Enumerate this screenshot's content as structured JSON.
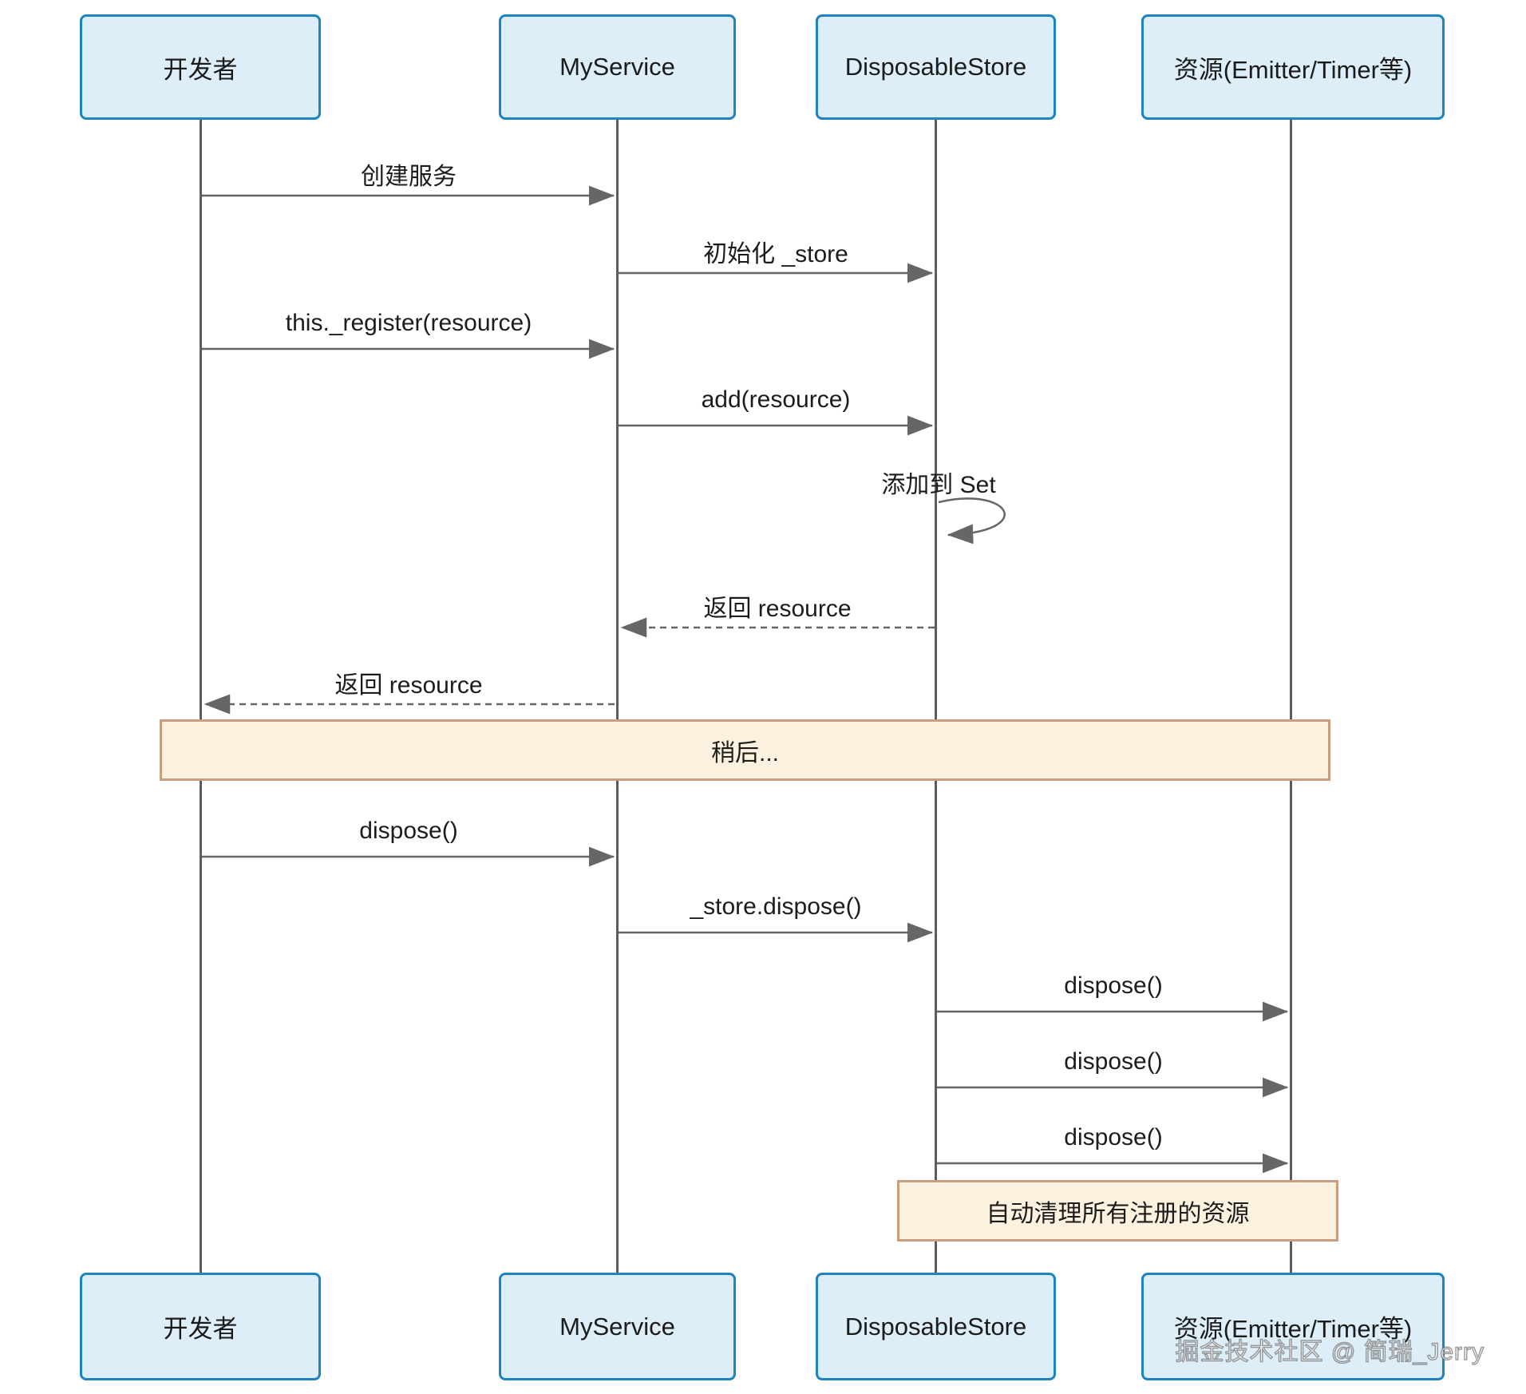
{
  "actors": [
    {
      "name": "开发者"
    },
    {
      "name": "MyService"
    },
    {
      "name": "DisposableStore"
    },
    {
      "name": "资源(Emitter/Timer等)"
    }
  ],
  "messages": [
    {
      "label": "创建服务",
      "from": "开发者",
      "to": "MyService",
      "line": "solid"
    },
    {
      "label": "初始化 _store",
      "from": "MyService",
      "to": "DisposableStore",
      "line": "solid"
    },
    {
      "label": "this._register(resource)",
      "from": "开发者",
      "to": "MyService",
      "line": "solid"
    },
    {
      "label": "add(resource)",
      "from": "MyService",
      "to": "DisposableStore",
      "line": "solid"
    },
    {
      "label": "添加到 Set",
      "from": "DisposableStore",
      "to": "DisposableStore",
      "line": "self-loop"
    },
    {
      "label": "返回 resource",
      "from": "DisposableStore",
      "to": "MyService",
      "line": "dashed"
    },
    {
      "label": "返回 resource",
      "from": "MyService",
      "to": "开发者",
      "line": "dashed"
    },
    {
      "label": "dispose()",
      "from": "开发者",
      "to": "MyService",
      "line": "solid"
    },
    {
      "label": "_store.dispose()",
      "from": "MyService",
      "to": "DisposableStore",
      "line": "solid"
    },
    {
      "label": "dispose()",
      "from": "DisposableStore",
      "to": "资源(Emitter/Timer等)",
      "line": "solid"
    },
    {
      "label": "dispose()",
      "from": "DisposableStore",
      "to": "资源(Emitter/Timer等)",
      "line": "solid"
    },
    {
      "label": "dispose()",
      "from": "DisposableStore",
      "to": "资源(Emitter/Timer等)",
      "line": "solid"
    }
  ],
  "notes": [
    {
      "label": "稍后..."
    },
    {
      "label": "自动清理所有注册的资源"
    }
  ],
  "watermark": {
    "text": "掘金技术社区 @ 简瑞_Jerry"
  },
  "colors": {
    "actor_fill": "#ddeef9",
    "actor_border": "#1f82c4",
    "note_fill": "#fcf1de",
    "note_border": "#c99d7f",
    "line": "#666666",
    "lifeline": "#5c5c5c",
    "text": "#1c1c1c"
  }
}
